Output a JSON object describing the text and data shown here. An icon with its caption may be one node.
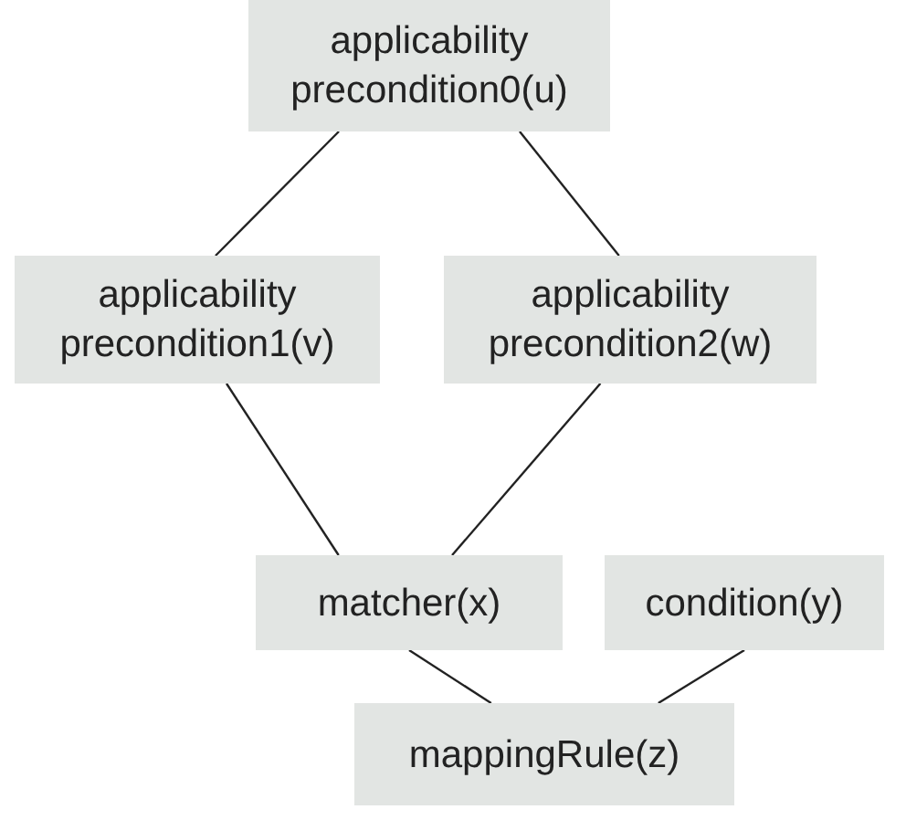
{
  "diagram": {
    "nodes": [
      {
        "text": [
          "applicability precondition0(u)"
        ]
      },
      {
        "text": [
          "applicability precondition1(v)"
        ]
      },
      {
        "text": [
          "applicability precondition2(w)"
        ]
      },
      {
        "text": [
          "matcher(x)"
        ]
      },
      {
        "text": [
          "condition(y)"
        ]
      },
      {
        "text": [
          "mappingRule(z)"
        ]
      }
    ],
    "edges": [
      {
        "from": 0,
        "to": 1,
        "arrow": "none"
      },
      {
        "from": 0,
        "to": 2,
        "arrow": "none"
      },
      {
        "from": 1,
        "to": 3,
        "arrow": "none"
      },
      {
        "from": 2,
        "to": 3,
        "arrow": "none"
      },
      {
        "from": 3,
        "to": 5,
        "arrow": "none"
      },
      {
        "from": 4,
        "to": 5,
        "arrow": "none"
      }
    ]
  }
}
